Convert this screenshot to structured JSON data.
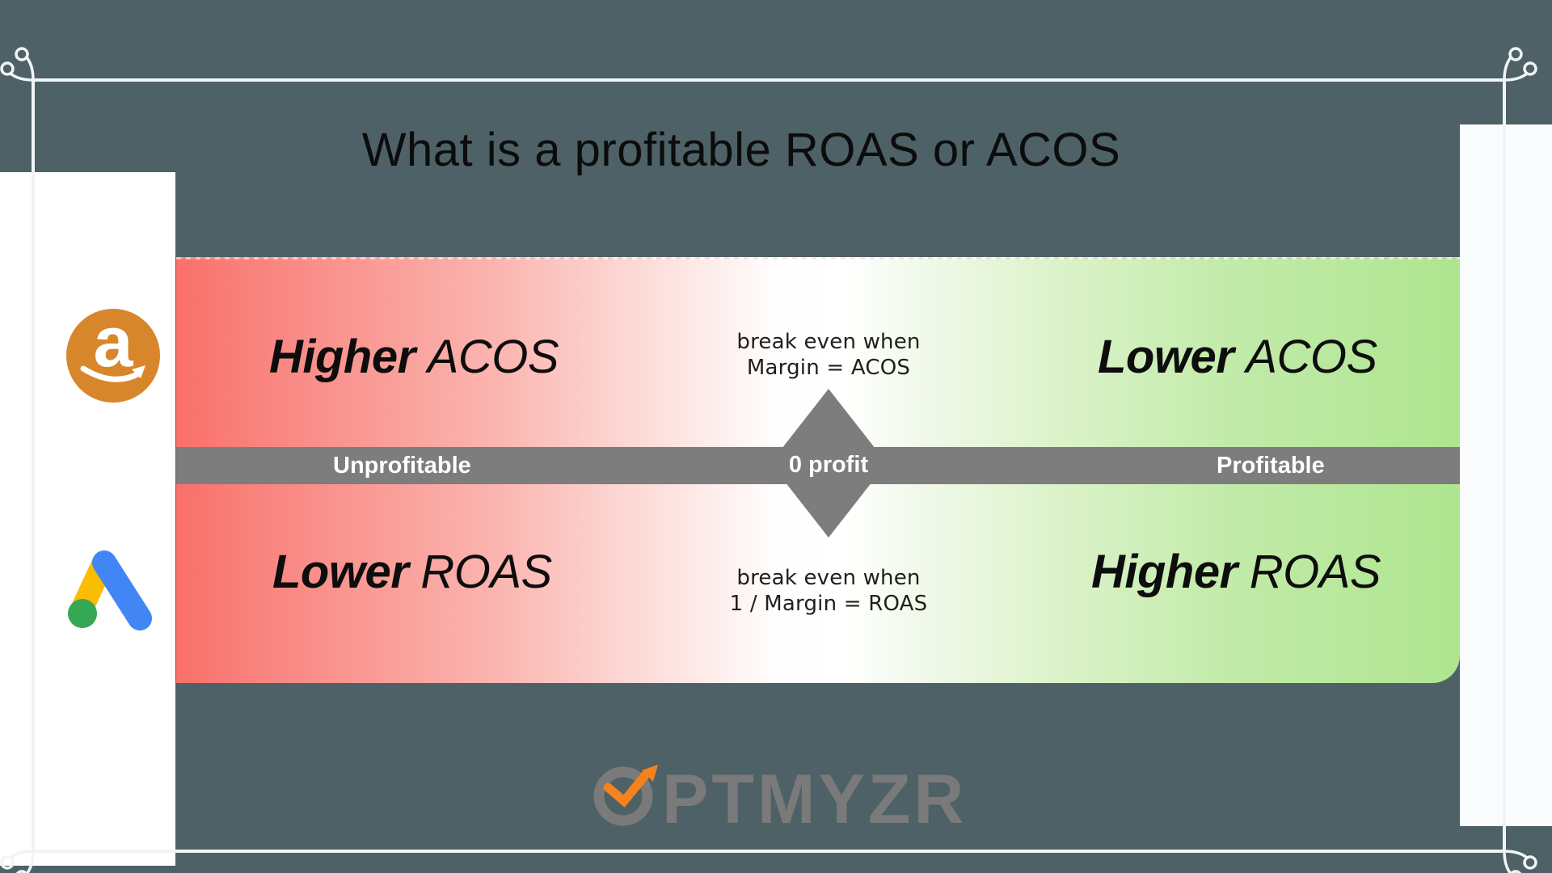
{
  "title": "What is a profitable ROAS or ACOS",
  "platforms": {
    "amazon": {
      "icon": "amazon-smile-logo",
      "letter": "a",
      "color": "#d8862b"
    },
    "google_ads": {
      "icon": "google-ads-logo",
      "colors": {
        "yellow": "#fbbc04",
        "blue": "#4285f4",
        "green": "#34a853"
      }
    }
  },
  "spectrum": {
    "quadrants": [
      {
        "bold": "Higher",
        "light": "ACOS"
      },
      {
        "bold": "Lower",
        "light": "ACOS"
      },
      {
        "bold": "Lower",
        "light": "ROAS"
      },
      {
        "bold": "Higher",
        "light": "ROAS"
      }
    ],
    "axis": {
      "left": "Unprofitable",
      "center": "0 profit",
      "right": "Profitable"
    },
    "notes": {
      "acos": {
        "line1": "break even when",
        "line2": "Margin = ACOS"
      },
      "roas": {
        "line1": "break even when",
        "line2": "1 / Margin = ROAS"
      }
    },
    "colors": {
      "unprofitable_red": "#fa6f6a",
      "profitable_green": "#aee58f",
      "axis_gray": "#7d7d7d"
    }
  },
  "brand": {
    "name": "OPTMYZR",
    "wordmark_rest": "PTMYZR",
    "gray": "#7a7a7a",
    "orange": "#f5821f"
  },
  "background_color": "#4d6166"
}
